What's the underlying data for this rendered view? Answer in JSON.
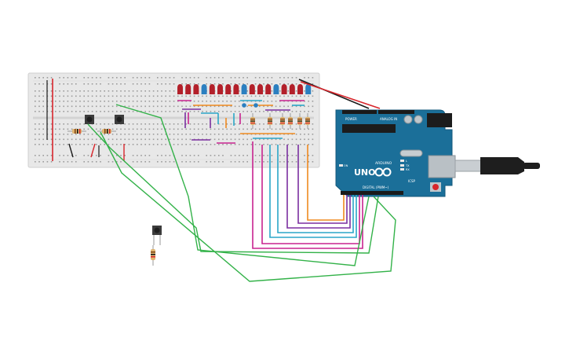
{
  "arduino": {
    "model_label": "UNO",
    "brand_label": "ARDUINO",
    "power_label": "POWER",
    "analog_label": "ANALOG IN",
    "digital_label": "DIGITAL (PWM~)",
    "icsp_label": "ICSP",
    "tx_label": "TX",
    "rx_label": "RX",
    "l_label": "L",
    "on_label": "ON"
  },
  "colors": {
    "board_blue": "#1b6f99",
    "breadboard": "#e6e6e6",
    "led_red": "#b3202a",
    "led_blue": "#2b7fc0",
    "wire_green": "#33b249",
    "wire_magenta": "#c8238f",
    "wire_purple": "#7b2fa0",
    "wire_cyan": "#2aa6c8",
    "wire_orange": "#ef8a1f",
    "wire_red": "#d8262c",
    "wire_black": "#1a1a1a",
    "resistor_body": "#e0b56f"
  },
  "leds": [
    "red",
    "red",
    "red",
    "blue",
    "red",
    "red",
    "red",
    "red",
    "blue",
    "red",
    "red",
    "red",
    "blue",
    "red",
    "red",
    "red",
    "blue"
  ]
}
